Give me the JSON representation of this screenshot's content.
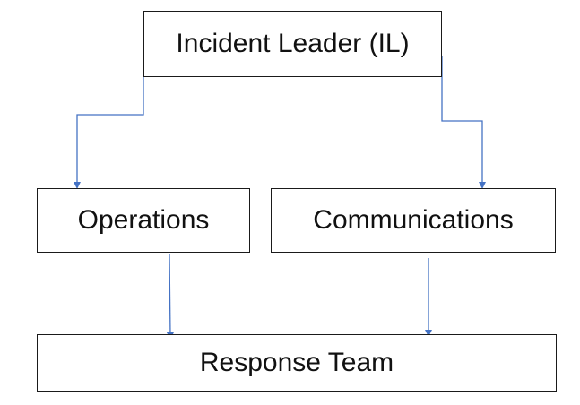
{
  "diagram": {
    "nodes": {
      "incident_leader": "Incident Leader (IL)",
      "operations": "Operations",
      "communications": "Communications",
      "response_team": "Response Team"
    },
    "edges": [
      {
        "from": "Incident Leader (IL)",
        "to": "Operations"
      },
      {
        "from": "Incident Leader (IL)",
        "to": "Communications"
      },
      {
        "from": "Operations",
        "to": "Response Team"
      },
      {
        "from": "Communications",
        "to": "Response Team"
      }
    ],
    "colors": {
      "box_border": "#1a1a1a",
      "arrow": "#4472C4",
      "text": "#111111"
    }
  }
}
